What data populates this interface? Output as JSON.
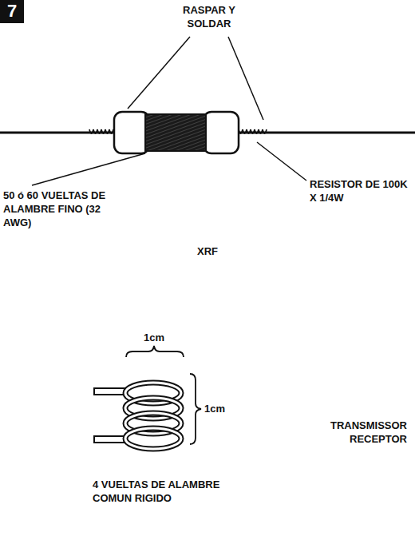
{
  "diagram": {
    "labels": [
      "7",
      "RASPAR Y SOLDAR",
      "50 ó 60 VUELTAS DE ALAMBRE FINO (32 AWG)",
      "RESISTOR DE 100K X 1/4W",
      "XRF",
      "1cm",
      "1cm",
      "TRANSMISSOR RECEPTOR",
      "4 VUELTAS DE ALAMBRE COMUN RIGIDO"
    ]
  }
}
